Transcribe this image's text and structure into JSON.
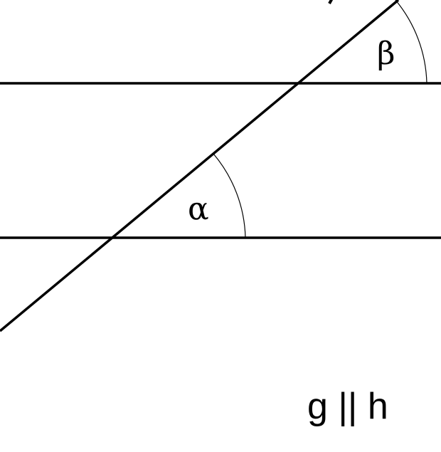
{
  "diagram": {
    "angle_alpha": "α",
    "angle_beta": "β",
    "parallel_note": "g || h"
  }
}
